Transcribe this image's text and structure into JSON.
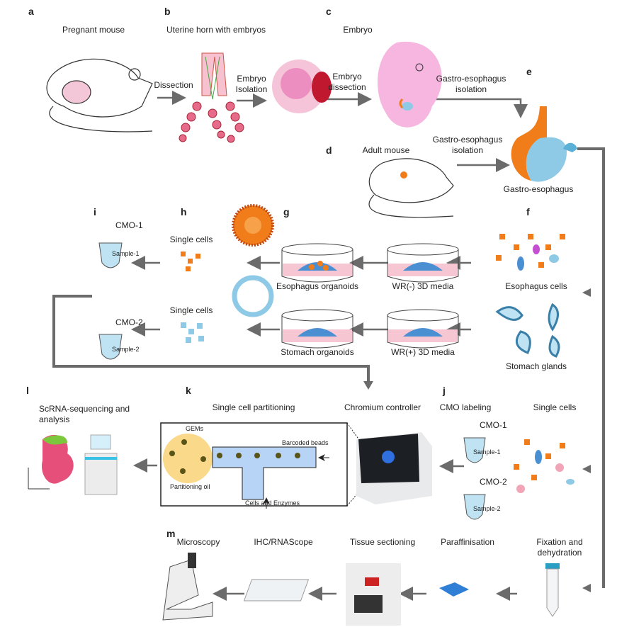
{
  "panels": {
    "a": "a",
    "b": "b",
    "c": "c",
    "d": "d",
    "e": "e",
    "f": "f",
    "g": "g",
    "h": "h",
    "i": "i",
    "j": "j",
    "k": "k",
    "l": "l",
    "m": "m"
  },
  "top": {
    "pregnant_mouse": "Pregnant mouse",
    "uterine_horn": "Uterine horn with embryos",
    "embryo": "Embryo",
    "dissection": "Dissection",
    "embryo_isolation_1": "Embryo",
    "embryo_isolation_2": "Isolation",
    "embryo_dissection_1": "Embryo",
    "embryo_dissection_2": "dissection",
    "ge_isolation_1": "Gastro-esophagus",
    "ge_isolation_2": "isolation",
    "adult_mouse": "Adult mouse",
    "adult_ge_isolation_1": "Gastro-esophagus",
    "adult_ge_isolation_2": "isolation",
    "gastro_esophagus": "Gastro-esophagus"
  },
  "organoids": {
    "cmo1": "CMO-1",
    "sample1": "Sample-1",
    "single_cells_1": "Single cells",
    "esophagus_organoids": "Esophagus organoids",
    "wr_minus": "WR(-) 3D media",
    "esophagus_cells": "Esophagus cells",
    "cmo2": "CMO-2",
    "sample2": "Sample-2",
    "single_cells_2": "Single cells",
    "stomach_organoids": "Stomach organoids",
    "wr_plus": "WR(+) 3D media",
    "stomach_glands": "Stomach glands"
  },
  "sequencing": {
    "scrna_1": "ScRNA-sequencing and",
    "scrna_2": "analysis",
    "partitioning": "Single cell partitioning",
    "chromium": "Chromium controller",
    "cmo_labeling": "CMO labeling",
    "single_cells": "Single cells",
    "gems": "GEMs",
    "barcoded_beads": "Barcoded beads",
    "partitioning_oil": "Partitioning oil",
    "cells_enzymes": "Cells and Enzymes",
    "cmo1": "CMO-1",
    "sample1": "Sample-1",
    "cmo2": "CMO-2",
    "sample2": "Sample-2"
  },
  "histology": {
    "microscopy": "Microscopy",
    "ihc": "IHC/RNAScope",
    "sectioning": "Tissue sectioning",
    "paraffinisation": "Paraffinisation",
    "fixation_1": "Fixation and",
    "fixation_2": "dehydration"
  },
  "colors": {
    "arrow": "#6b6b6b",
    "esophagus": "#f07d1a",
    "stomach": "#8ecae6",
    "embryo": "#f6b6e0",
    "media": "#f7c6d3",
    "gel": "#4a8fd1",
    "tube": "#bfe3f2",
    "oil": "#fbd98b",
    "channel": "#b7d3f5",
    "bead": "#5a5418"
  }
}
